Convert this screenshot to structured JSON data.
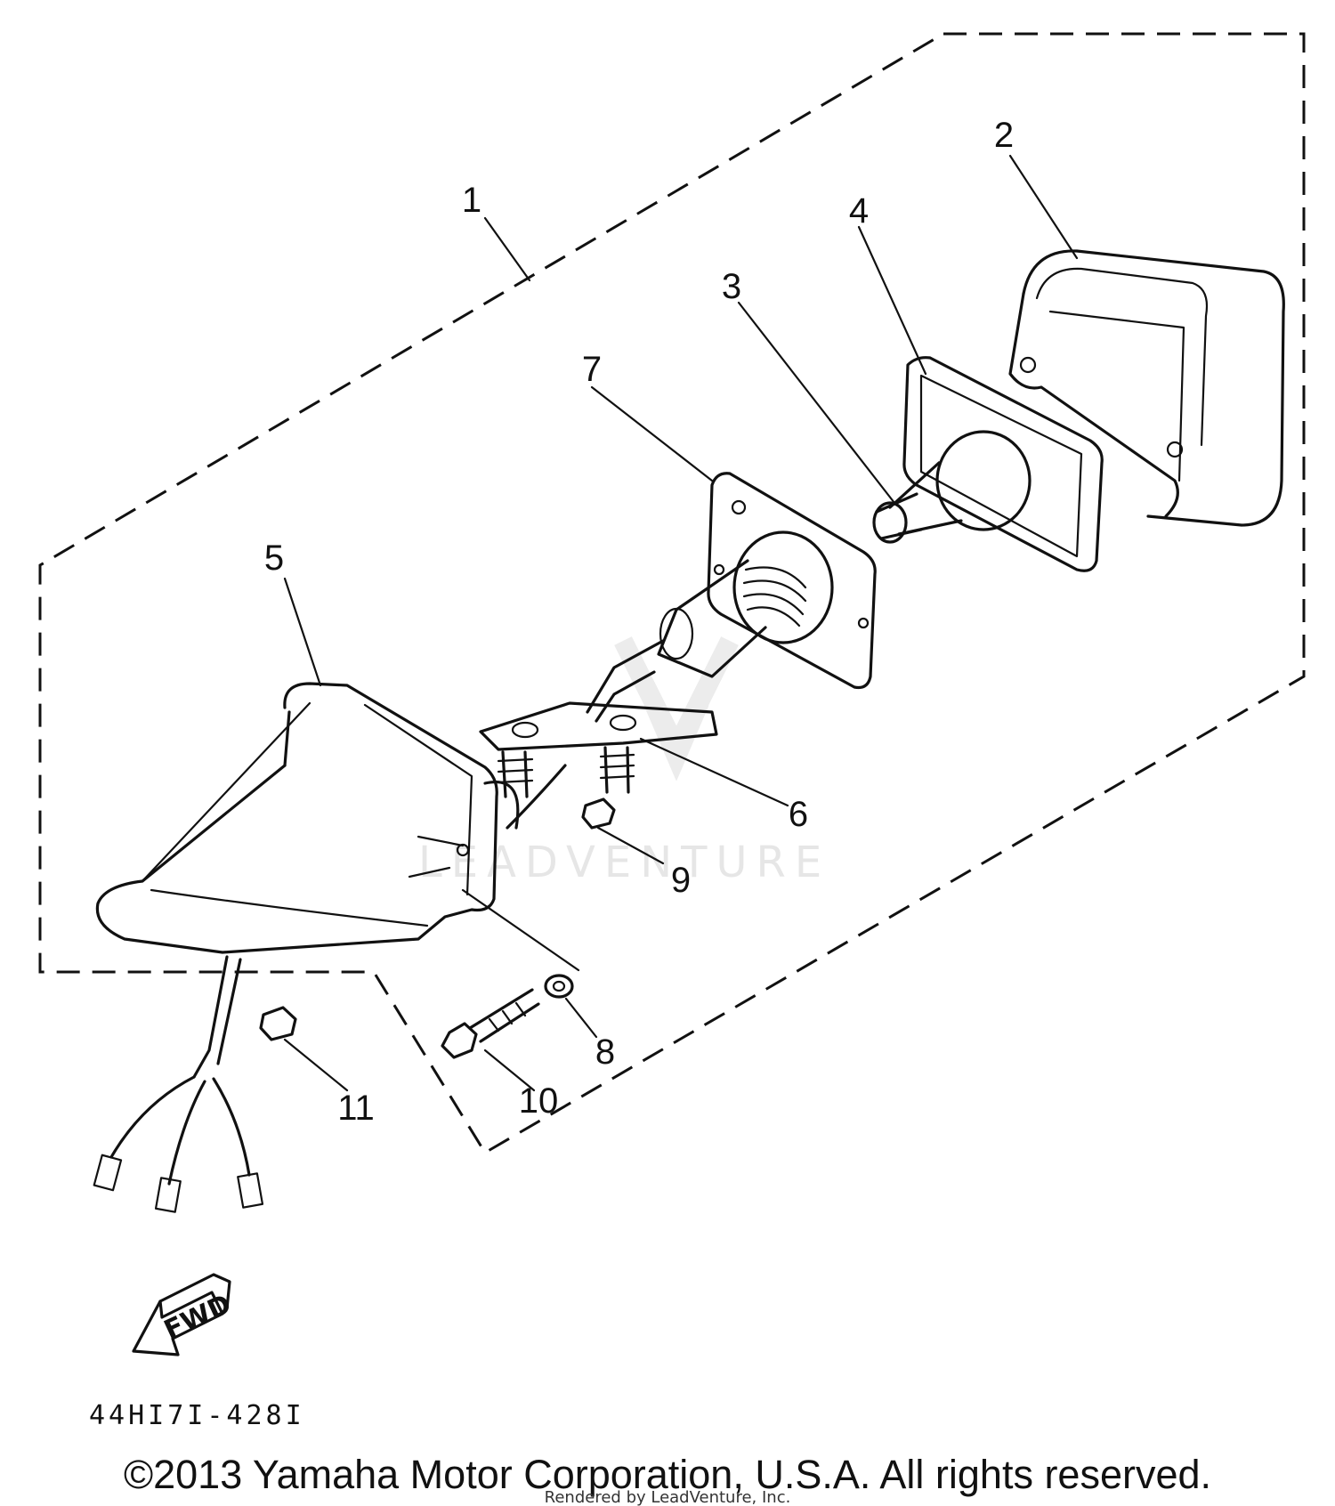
{
  "diagram": {
    "callouts": [
      "1",
      "2",
      "3",
      "4",
      "5",
      "6",
      "7",
      "8",
      "9",
      "10",
      "11"
    ],
    "direction_label": "FWD",
    "part_code": "44HI7I-428I",
    "watermark": "LEADVENTURE",
    "copyright": "©2013 Yamaha Motor Corporation, U.S.A. All rights reserved.",
    "rendered_by": "Rendered by LeadVenture, Inc."
  }
}
